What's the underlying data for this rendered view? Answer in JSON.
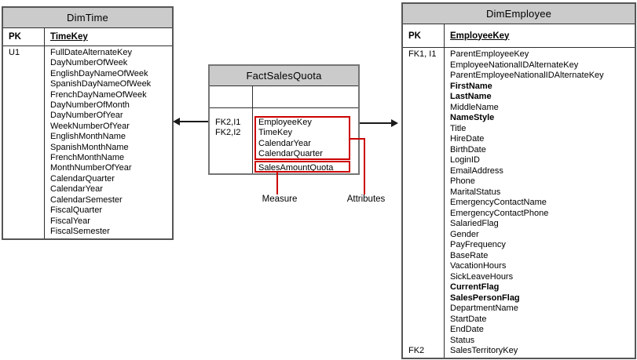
{
  "diagram": {
    "tables": {
      "dim_time": {
        "title": "DimTime",
        "pk_row": {
          "key": "PK",
          "field": "TimeKey"
        },
        "rows": [
          {
            "key": "U1",
            "name": "FullDateAlternateKey"
          },
          {
            "key": "",
            "name": "DayNumberOfWeek"
          },
          {
            "key": "",
            "name": "EnglishDayNameOfWeek"
          },
          {
            "key": "",
            "name": "SpanishDayNameOfWeek"
          },
          {
            "key": "",
            "name": "FrenchDayNameOfWeek"
          },
          {
            "key": "",
            "name": "DayNumberOfMonth"
          },
          {
            "key": "",
            "name": "DayNumberOfYear"
          },
          {
            "key": "",
            "name": "WeekNumberOfYear"
          },
          {
            "key": "",
            "name": "EnglishMonthName"
          },
          {
            "key": "",
            "name": "SpanishMonthName"
          },
          {
            "key": "",
            "name": "FrenchMonthName"
          },
          {
            "key": "",
            "name": "MonthNumberOfYear"
          },
          {
            "key": "",
            "name": "CalendarQuarter"
          },
          {
            "key": "",
            "name": "CalendarYear"
          },
          {
            "key": "",
            "name": "CalendarSemester"
          },
          {
            "key": "",
            "name": "FiscalQuarter"
          },
          {
            "key": "",
            "name": "FiscalYear"
          },
          {
            "key": "",
            "name": "FiscalSemester"
          }
        ]
      },
      "fact_sales_quota": {
        "title": "FactSalesQuota",
        "pk_row": {
          "key": "",
          "field": ""
        },
        "rows": [
          {
            "key": "FK2,I1",
            "name": "EmployeeKey"
          },
          {
            "key": "FK2,I2",
            "name": "TimeKey"
          },
          {
            "key": "",
            "name": "CalendarYear"
          },
          {
            "key": "",
            "name": "CalendarQuarter"
          },
          {
            "key": "",
            "name": "SalesAmountQuota"
          }
        ]
      },
      "dim_employee": {
        "title": "DimEmployee",
        "pk_row": {
          "key": "PK",
          "field": "EmployeeKey"
        },
        "rows": [
          {
            "key": "FK1, I1",
            "name": "ParentEmployeeKey"
          },
          {
            "key": "",
            "name": "EmployeeNationalIDAlternateKey"
          },
          {
            "key": "",
            "name": "ParentEmployeeNationalIDAlternateKey"
          },
          {
            "key": "",
            "name": "FirstName",
            "bold": true
          },
          {
            "key": "",
            "name": "LastName",
            "bold": true
          },
          {
            "key": "",
            "name": "MiddleName"
          },
          {
            "key": "",
            "name": "NameStyle",
            "bold": true
          },
          {
            "key": "",
            "name": "Title"
          },
          {
            "key": "",
            "name": "HireDate"
          },
          {
            "key": "",
            "name": "BirthDate"
          },
          {
            "key": "",
            "name": "LoginID"
          },
          {
            "key": "",
            "name": "EmailAddress"
          },
          {
            "key": "",
            "name": "Phone"
          },
          {
            "key": "",
            "name": "MaritalStatus"
          },
          {
            "key": "",
            "name": "EmergencyContactName"
          },
          {
            "key": "",
            "name": "EmergencyContactPhone"
          },
          {
            "key": "",
            "name": "SalariedFlag"
          },
          {
            "key": "",
            "name": "Gender"
          },
          {
            "key": "",
            "name": "PayFrequency"
          },
          {
            "key": "",
            "name": "BaseRate"
          },
          {
            "key": "",
            "name": "VacationHours"
          },
          {
            "key": "",
            "name": "SickLeaveHours"
          },
          {
            "key": "",
            "name": "CurrentFlag",
            "bold": true
          },
          {
            "key": "",
            "name": "SalesPersonFlag",
            "bold": true
          },
          {
            "key": "",
            "name": "DepartmentName"
          },
          {
            "key": "",
            "name": "StartDate"
          },
          {
            "key": "",
            "name": "EndDate"
          },
          {
            "key": "",
            "name": "Status"
          },
          {
            "key": "FK2",
            "name": "SalesTerritoryKey"
          }
        ]
      }
    },
    "annotations": {
      "measure_label": "Measure",
      "attributes_label": "Attributes"
    },
    "colors": {
      "table_header_fill": "#cbcbcb",
      "highlight_red": "#cc0000",
      "arrow_black": "#1a1a1a"
    }
  }
}
